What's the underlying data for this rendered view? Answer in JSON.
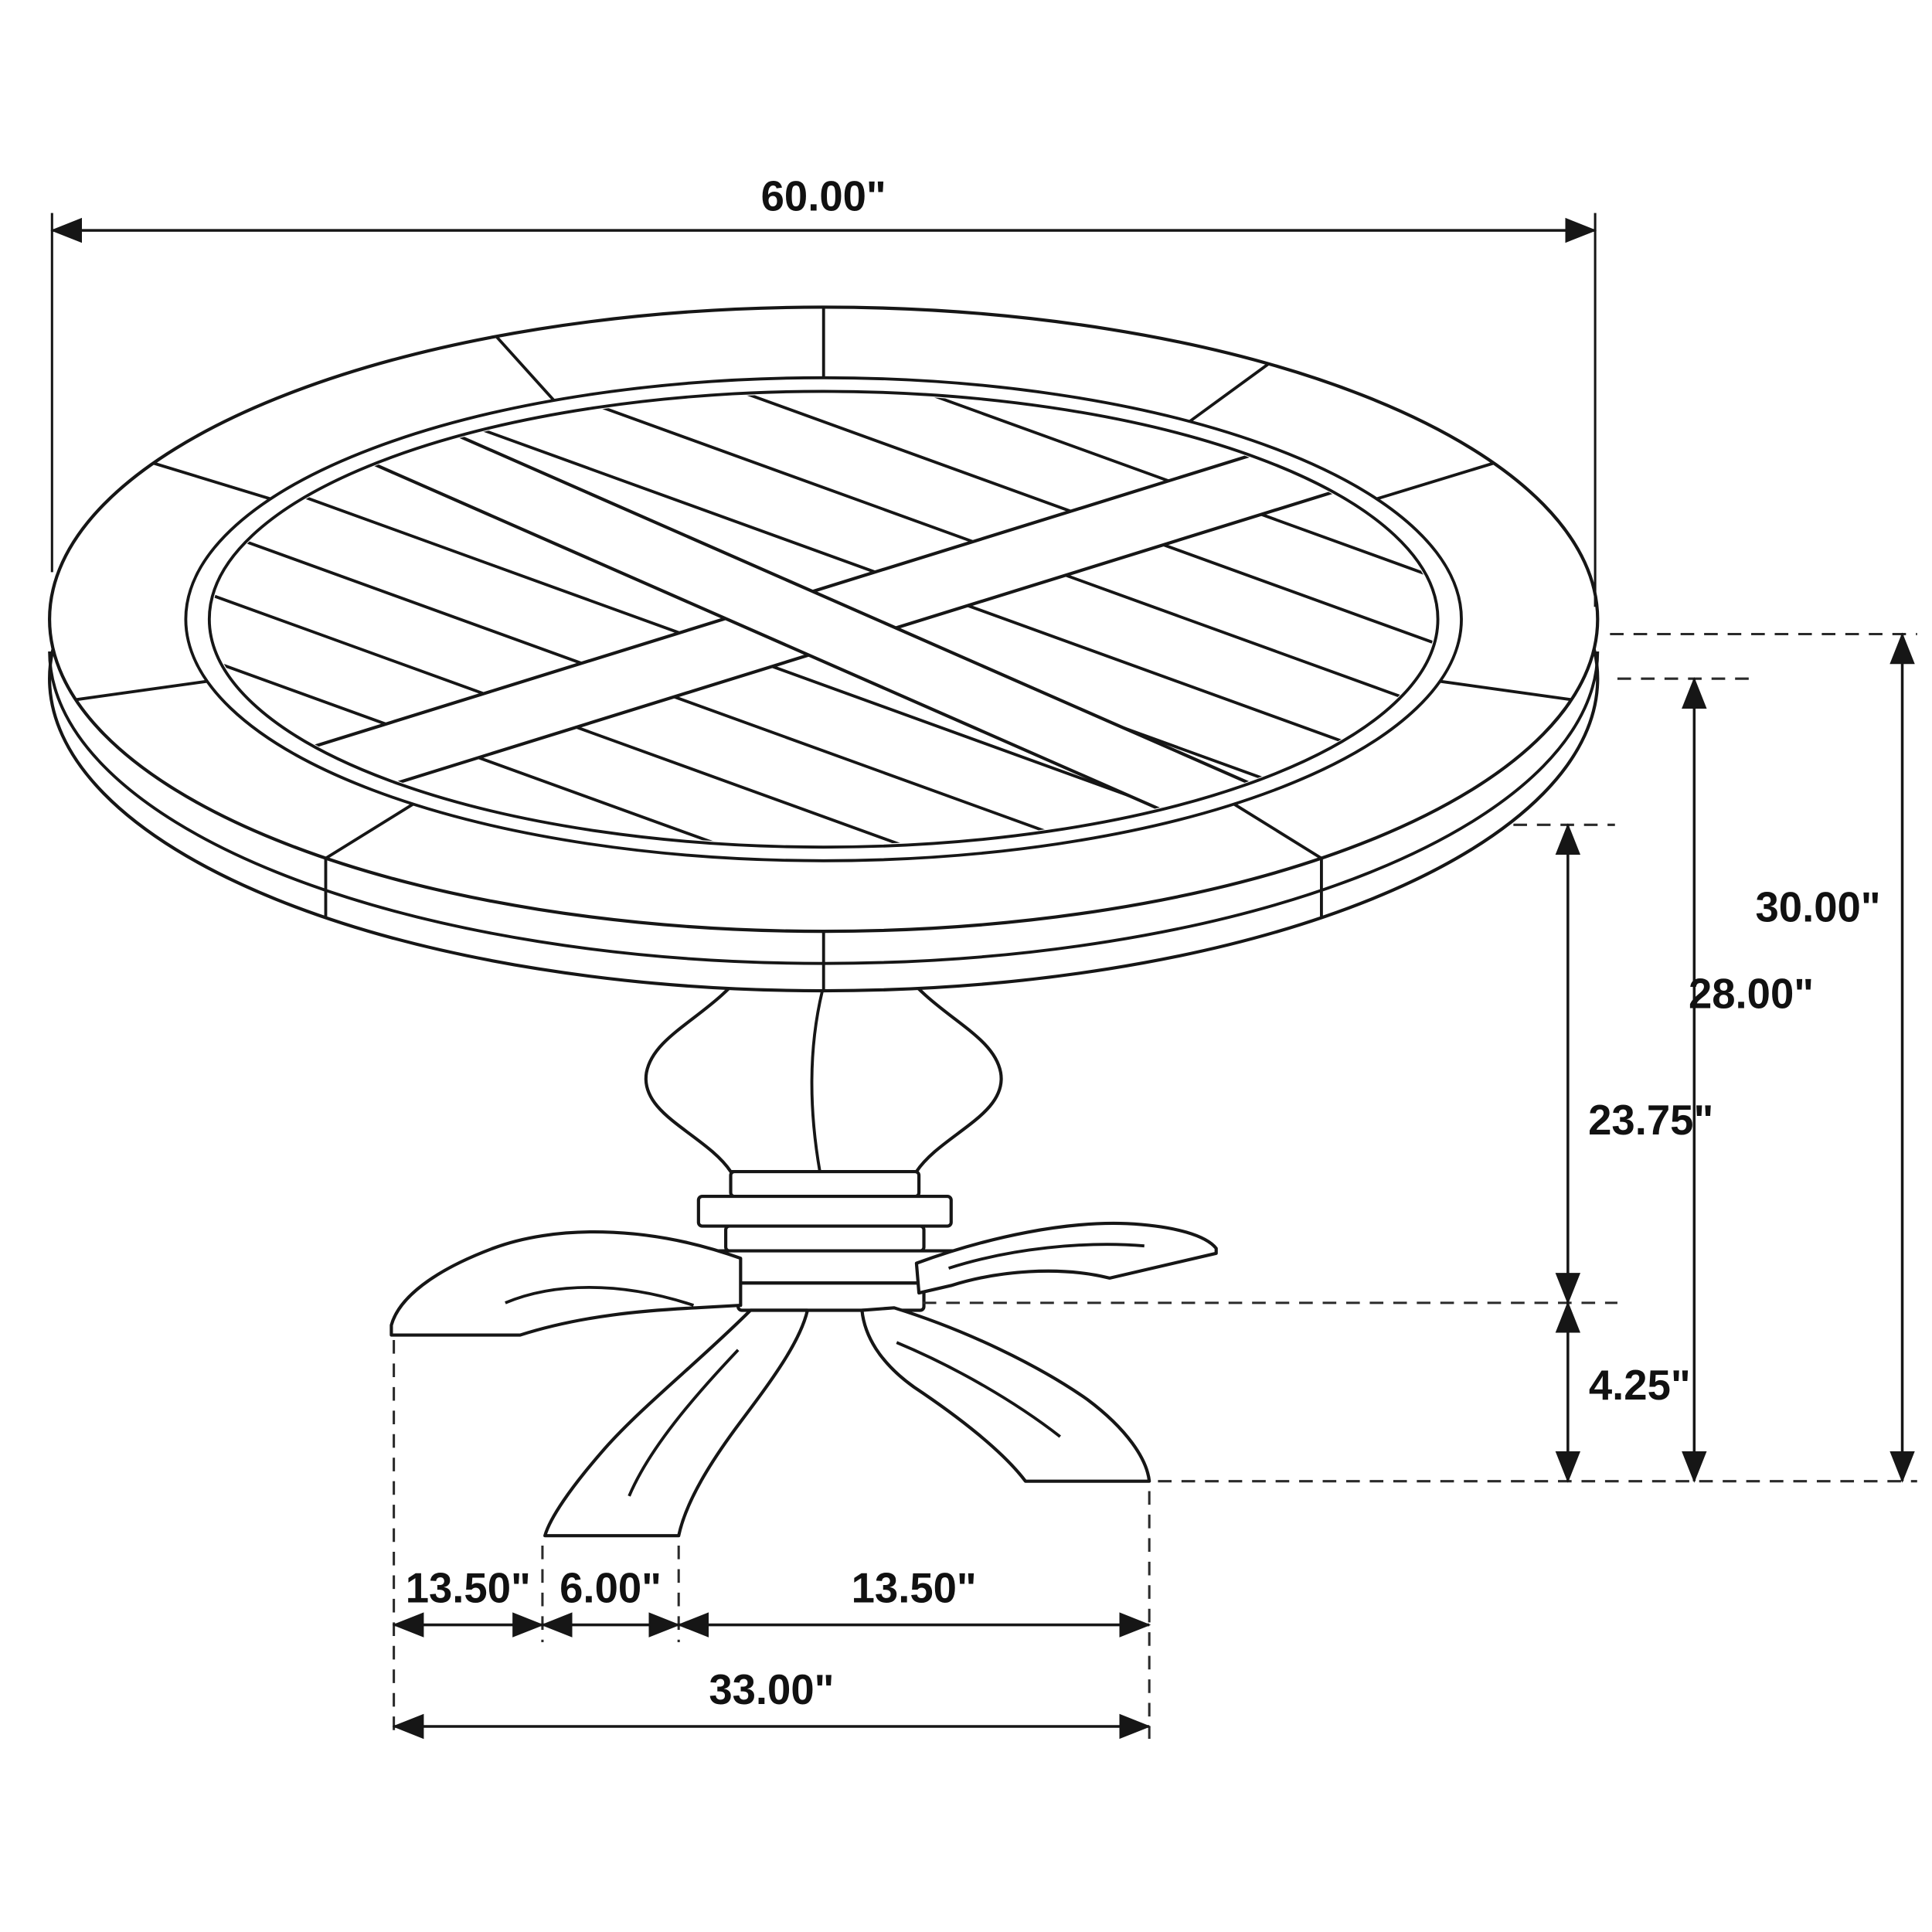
{
  "diagram": {
    "type": "furniture-dimension-drawing",
    "subject": "Round pedestal dining table with parquet top, isometric dimension drawing",
    "colors": {
      "line": "#161616",
      "background": "#ffffff"
    },
    "labels": {
      "top_diameter": "60.00\"",
      "overall_height": "30.00\"",
      "tabletop_underside_height": "28.00\"",
      "clearance_height": "23.75\"",
      "base_height": "4.25\"",
      "base_left_segment": "13.50\"",
      "base_center_segment": "6.00\"",
      "base_right_segment": "13.50\"",
      "base_overall_width": "33.00\""
    }
  }
}
